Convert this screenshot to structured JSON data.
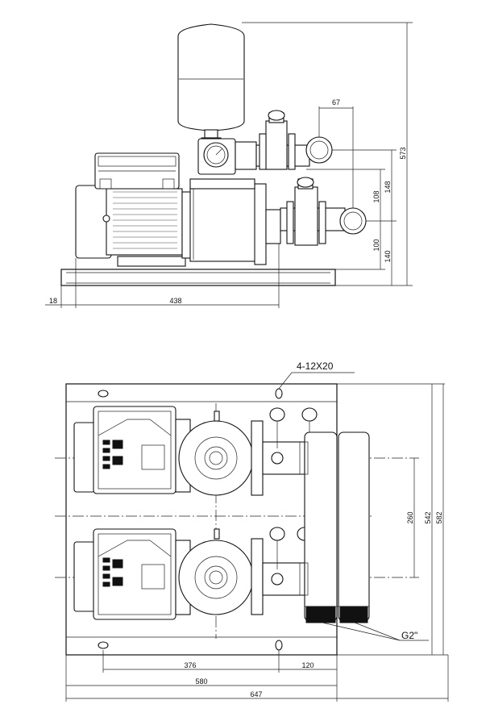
{
  "side_view": {
    "dims": {
      "d67": "67",
      "d573": "573",
      "d148": "148",
      "d108": "108",
      "d100": "100",
      "d140": "140",
      "d18": "18",
      "d438": "438"
    }
  },
  "plan_view": {
    "callouts": {
      "bolt_holes": "4-12X20",
      "pipe_thread": "G2\""
    },
    "dims": {
      "d260": "260",
      "d542": "542",
      "d582": "582",
      "d376": "376",
      "d120": "120",
      "d580": "580",
      "d647": "647"
    }
  }
}
